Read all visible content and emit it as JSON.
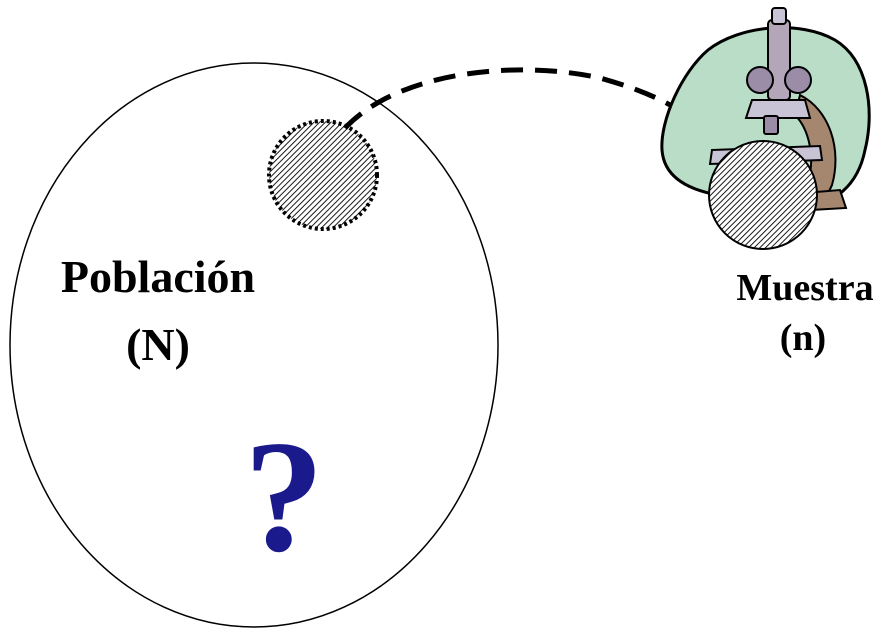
{
  "population": {
    "title": "Población",
    "symbol": "(N)",
    "unknown_mark": "?"
  },
  "sample": {
    "title": "Muestra",
    "symbol": "(n)"
  },
  "colors": {
    "outline": "#000000",
    "hatch": "#000000",
    "question_mark": "#1a1a8c",
    "blob_fill": "#b9ddc6",
    "microscope_body": "#9b8da8",
    "microscope_light": "#c9c3d6",
    "microscope_arm": "#a58770",
    "microscope_tube": "#b2a6b8"
  },
  "icons": {
    "sampling_arrow": "dashed-curved-arrow",
    "instrument": "microscope-icon"
  }
}
